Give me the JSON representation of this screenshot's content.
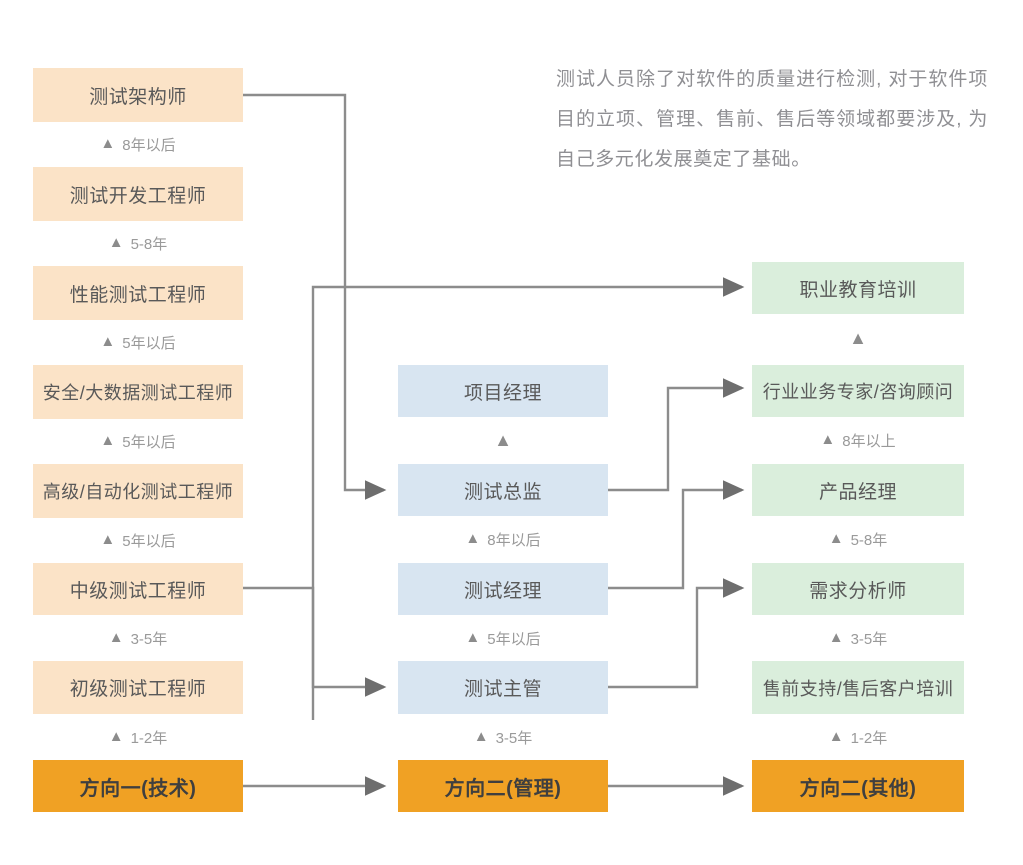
{
  "intro": {
    "text": "测试人员除了对软件的质量进行检测, 对于软件项目的立项、管理、售前、售后等领域都要涉及, 为自己多元化发展奠定了基础。"
  },
  "colors": {
    "peach": "#FBE3C7",
    "blue": "#D8E5F1",
    "green": "#DAEEDC",
    "orange": "#F0A124",
    "connector": "#8c8c8c",
    "box_text": "#595959",
    "gap_text": "#9a9a9a",
    "intro_text": "#8f8f93",
    "background": "#FFFFFF"
  },
  "columns": [
    {
      "key": "technical",
      "name": "方向一(技术)",
      "footer": "方向一(技术)",
      "nodes": [
        {
          "label": "测试架构师",
          "gap_below": "8年以后"
        },
        {
          "label": "测试开发工程师",
          "gap_below": "5-8年"
        },
        {
          "label": "性能测试工程师",
          "gap_below": "5年以后"
        },
        {
          "label": "安全/大数据测试工程师",
          "gap_below": "5年以后"
        },
        {
          "label": "高级/自动化测试工程师",
          "gap_below": "5年以后"
        },
        {
          "label": "中级测试工程师",
          "gap_below": "3-5年"
        },
        {
          "label": "初级测试工程师",
          "gap_below": "1-2年"
        }
      ]
    },
    {
      "key": "management",
      "name": "方向二(管理)",
      "footer": "方向二(管理)",
      "nodes": [
        {
          "label": "项目经理",
          "gap_below": ""
        },
        {
          "label": "测试总监",
          "gap_below": "8年以后"
        },
        {
          "label": "测试经理",
          "gap_below": "5年以后"
        },
        {
          "label": "测试主管",
          "gap_below": "3-5年"
        }
      ]
    },
    {
      "key": "other",
      "name": "方向二(其他)",
      "footer": "方向二(其他)",
      "nodes": [
        {
          "label": "职业教育培训",
          "gap_below": ""
        },
        {
          "label": "行业业务专家/咨询顾问",
          "gap_below": "8年以上"
        },
        {
          "label": "产品经理",
          "gap_below": "5-8年"
        },
        {
          "label": "需求分析师",
          "gap_below": "3-5年"
        },
        {
          "label": "售前支持/售后客户培训",
          "gap_below": "1-2年"
        }
      ]
    }
  ],
  "connector_labels": {
    "architect_to_director": "测试架构师 → 测试总监",
    "perf_to_training": "性能测试工程师 → 职业教育培训",
    "mid_to_supervisor": "中级测试工程师 → 测试主管",
    "director_to_expert": "测试总监 → 行业业务专家/咨询顾问",
    "manager_to_product": "测试经理 → 产品经理",
    "supervisor_to_analyst": "测试主管 → 需求分析师",
    "tech_to_mgmt": "方向一(技术) → 方向二(管理)",
    "mgmt_to_other": "方向二(管理) → 方向二(其他)"
  },
  "glyphs": {
    "triangle_up": "▲"
  }
}
